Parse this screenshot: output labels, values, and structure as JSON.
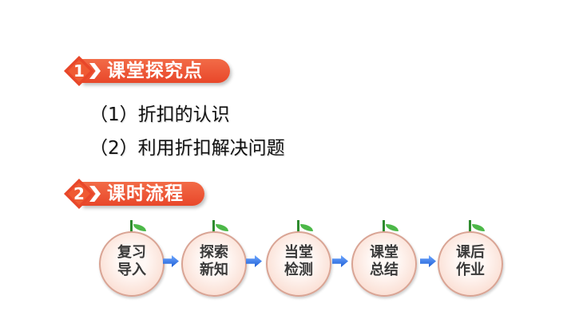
{
  "sections": [
    {
      "number": "1",
      "title": "课堂探究点"
    },
    {
      "number": "2",
      "title": "课时流程"
    }
  ],
  "points": [
    "（1）折扣的认识",
    "（2）利用折扣解决问题"
  ],
  "flow": [
    {
      "line1": "复习",
      "line2": "导入"
    },
    {
      "line1": "探索",
      "line2": "新知"
    },
    {
      "line1": "当堂",
      "line2": "检测"
    },
    {
      "line1": "课堂",
      "line2": "总结"
    },
    {
      "line1": "课后",
      "line2": "作业"
    }
  ],
  "colors": {
    "header": "#e8472a",
    "arrow": "#1f5fd6",
    "leaf": "#4cb848"
  },
  "icons": {
    "arrow": "right-arrow-icon",
    "leaf": "leaf-icon"
  }
}
